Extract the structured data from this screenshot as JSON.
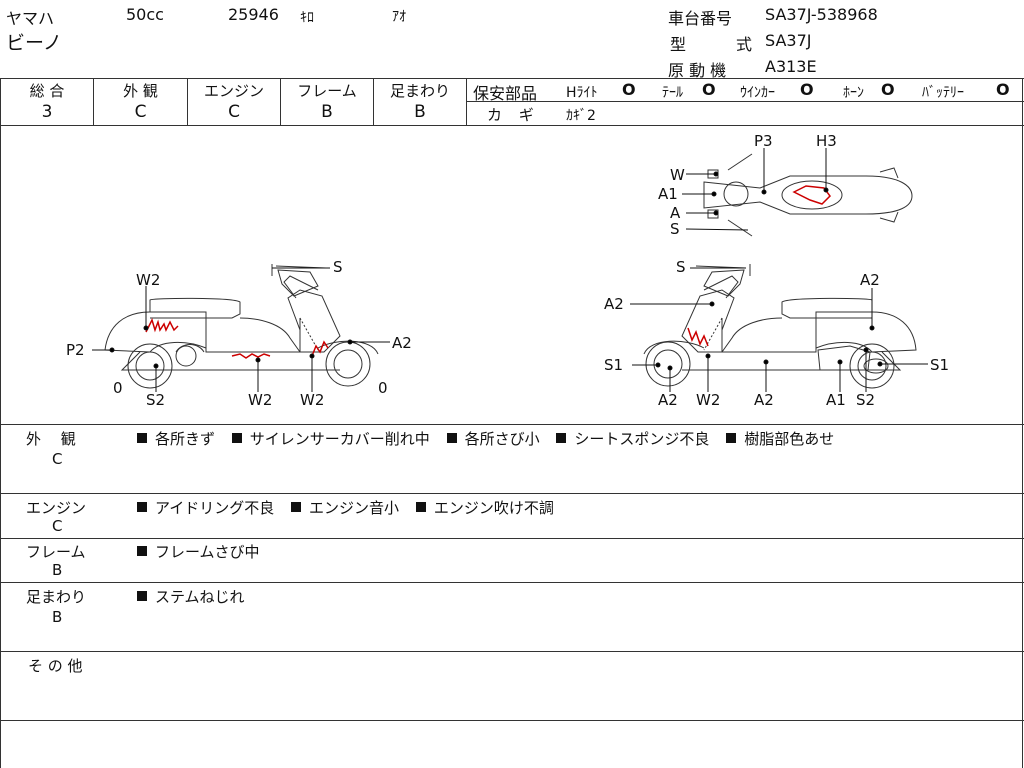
{
  "header": {
    "maker": "ヤマハ",
    "cc": "50cc",
    "mileage": "25946",
    "mileage_unit": "ｷﾛ",
    "color": "ｱｵ",
    "model_name": "ビーノ",
    "frame_no_label": "車台番号",
    "frame_no": "SA37J-538968",
    "type_label_1": "型",
    "type_label_2": "式",
    "type_value": "SA37J",
    "engine_label": "原 動 機",
    "engine_value": "A313E"
  },
  "grades": [
    {
      "label": "総 合",
      "value": "3"
    },
    {
      "label": "外 観",
      "value": "C"
    },
    {
      "label": "エンジン",
      "value": "C"
    },
    {
      "label": "フレーム",
      "value": "B"
    },
    {
      "label": "足まわり",
      "value": "B"
    }
  ],
  "safety": {
    "label": "保安部品",
    "items": [
      {
        "name": "Hﾗｲﾄ",
        "mark": "O"
      },
      {
        "name": "ﾃｰﾙ",
        "mark": "O"
      },
      {
        "name": "ｳｲﾝｶｰ",
        "mark": "O"
      },
      {
        "name": "ﾎｰﾝ",
        "mark": "O"
      },
      {
        "name": "ﾊﾞｯﾃﾘｰ",
        "mark": "O"
      }
    ],
    "key_label": "カ ギ",
    "key_value": "ｶｷﾞ2"
  },
  "diagram_labels": {
    "left": {
      "W2a": "W2",
      "S": "S",
      "P2": "P2",
      "A2": "A2",
      "zero_l": "0",
      "zero_r": "0",
      "S2": "S2",
      "W2b": "W2",
      "W2c": "W2"
    },
    "top": {
      "P3": "P3",
      "H3": "H3",
      "W": "W",
      "A1": "A1",
      "A": "A",
      "S": "S"
    },
    "right": {
      "S": "S",
      "A2a": "A2",
      "A2b": "A2",
      "S1a": "S1",
      "S1b": "S1",
      "A2c": "A2",
      "W2": "W2",
      "A2d": "A2",
      "A1": "A1",
      "S2": "S2"
    }
  },
  "remarks": [
    {
      "label": "外　 観",
      "grade": "C",
      "items": [
        "各所きず",
        "サイレンサーカバー削れ中",
        "各所さび小",
        "シートスポンジ不良",
        "樹脂部色あせ"
      ]
    },
    {
      "label": "エンジン",
      "grade": "C",
      "items": [
        "アイドリング不良",
        "エンジン音小",
        "エンジン吹け不調"
      ]
    },
    {
      "label": "フレーム",
      "grade": "B",
      "items": [
        "フレームさび中"
      ]
    },
    {
      "label": "足まわり",
      "grade": "B",
      "items": [
        "ステムねじれ"
      ]
    },
    {
      "label": "そ の 他",
      "grade": "",
      "items": []
    }
  ]
}
